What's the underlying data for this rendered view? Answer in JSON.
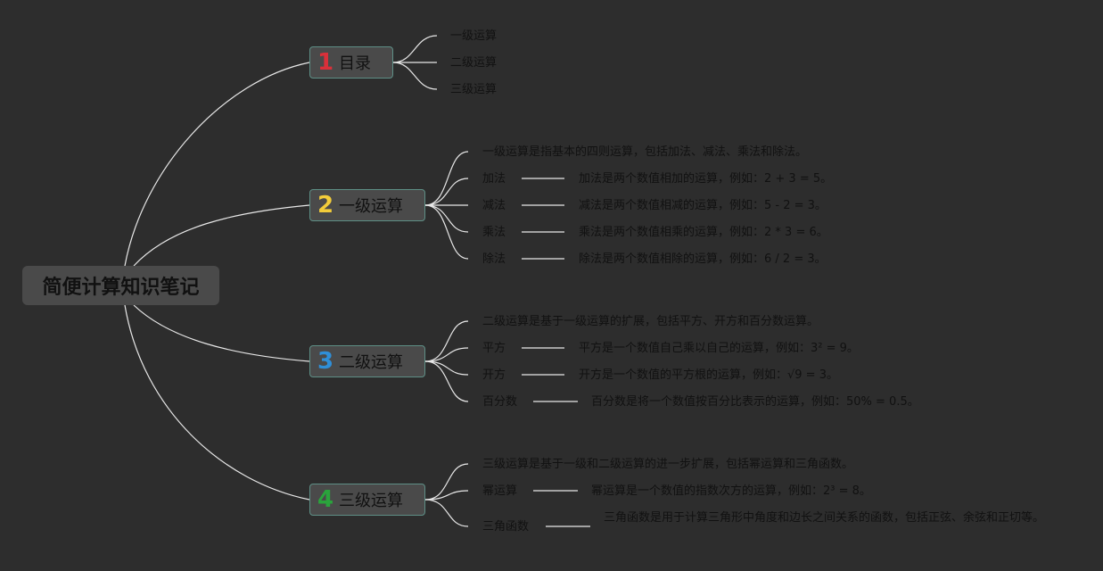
{
  "root": {
    "title": "简便计算知识笔记"
  },
  "branches": [
    {
      "num": "1",
      "color": "#d9303a",
      "label": "目录",
      "items": [
        "一级运算",
        "二级运算",
        "三级运算"
      ]
    },
    {
      "num": "2",
      "color": "#f2cc3a",
      "label": "一级运算",
      "intro": "一级运算是指基本的四则运算，包括加法、减法、乘法和除法。",
      "items": [
        {
          "term": "加法",
          "desc": "加法是两个数值相加的运算，例如：2 + 3 = 5。"
        },
        {
          "term": "减法",
          "desc": "减法是两个数值相减的运算，例如：5 - 2 = 3。"
        },
        {
          "term": "乘法",
          "desc": "乘法是两个数值相乘的运算，例如：2 * 3 = 6。"
        },
        {
          "term": "除法",
          "desc": "除法是两个数值相除的运算，例如：6 / 2 = 3。"
        }
      ]
    },
    {
      "num": "3",
      "color": "#2f8fd8",
      "label": "二级运算",
      "intro": "二级运算是基于一级运算的扩展，包括平方、开方和百分数运算。",
      "items": [
        {
          "term": "平方",
          "desc": "平方是一个数值自己乘以自己的运算，例如：3² = 9。"
        },
        {
          "term": "开方",
          "desc": "开方是一个数值的平方根的运算，例如：√9 = 3。"
        },
        {
          "term": "百分数",
          "desc": "百分数是将一个数值按百分比表示的运算，例如：50% = 0.5。"
        }
      ]
    },
    {
      "num": "4",
      "color": "#2aa43c",
      "label": "三级运算",
      "intro": "三级运算是基于一级和二级运算的进一步扩展，包括幂运算和三角函数。",
      "items": [
        {
          "term": "幂运算",
          "desc": "幂运算是一个数值的指数次方的运算，例如：2³ = 8。"
        },
        {
          "term": "三角函数",
          "desc": "三角函数是用于计算三角形中角度和边长之间关系的函数，包括正弦、余弦和正切等。"
        }
      ]
    }
  ]
}
